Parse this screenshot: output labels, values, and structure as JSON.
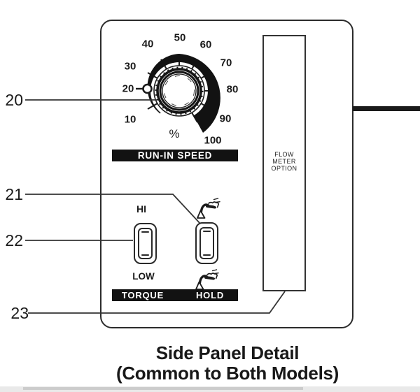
{
  "figure": {
    "caption_line1": "Side Panel Detail",
    "caption_line2": "(Common to Both Models)"
  },
  "panel": {
    "dial": {
      "label": "RUN-IN SPEED",
      "unit": "%",
      "tick_labels": [
        "10",
        "20",
        "30",
        "40",
        "50",
        "60",
        "70",
        "80",
        "90",
        "100"
      ]
    },
    "torque_switch": {
      "hi": "HI",
      "low": "LOW",
      "label": "TORQUE"
    },
    "hold_switch": {
      "label": "HOLD"
    },
    "flow_meter": {
      "lines": [
        "FLOW",
        "METER",
        "OPTION"
      ]
    }
  },
  "callouts": {
    "knob": "20",
    "hold_switch": "21",
    "torque_switch": "22",
    "flow_meter": "23"
  },
  "colors": {
    "ink": "#1a1a1a"
  }
}
